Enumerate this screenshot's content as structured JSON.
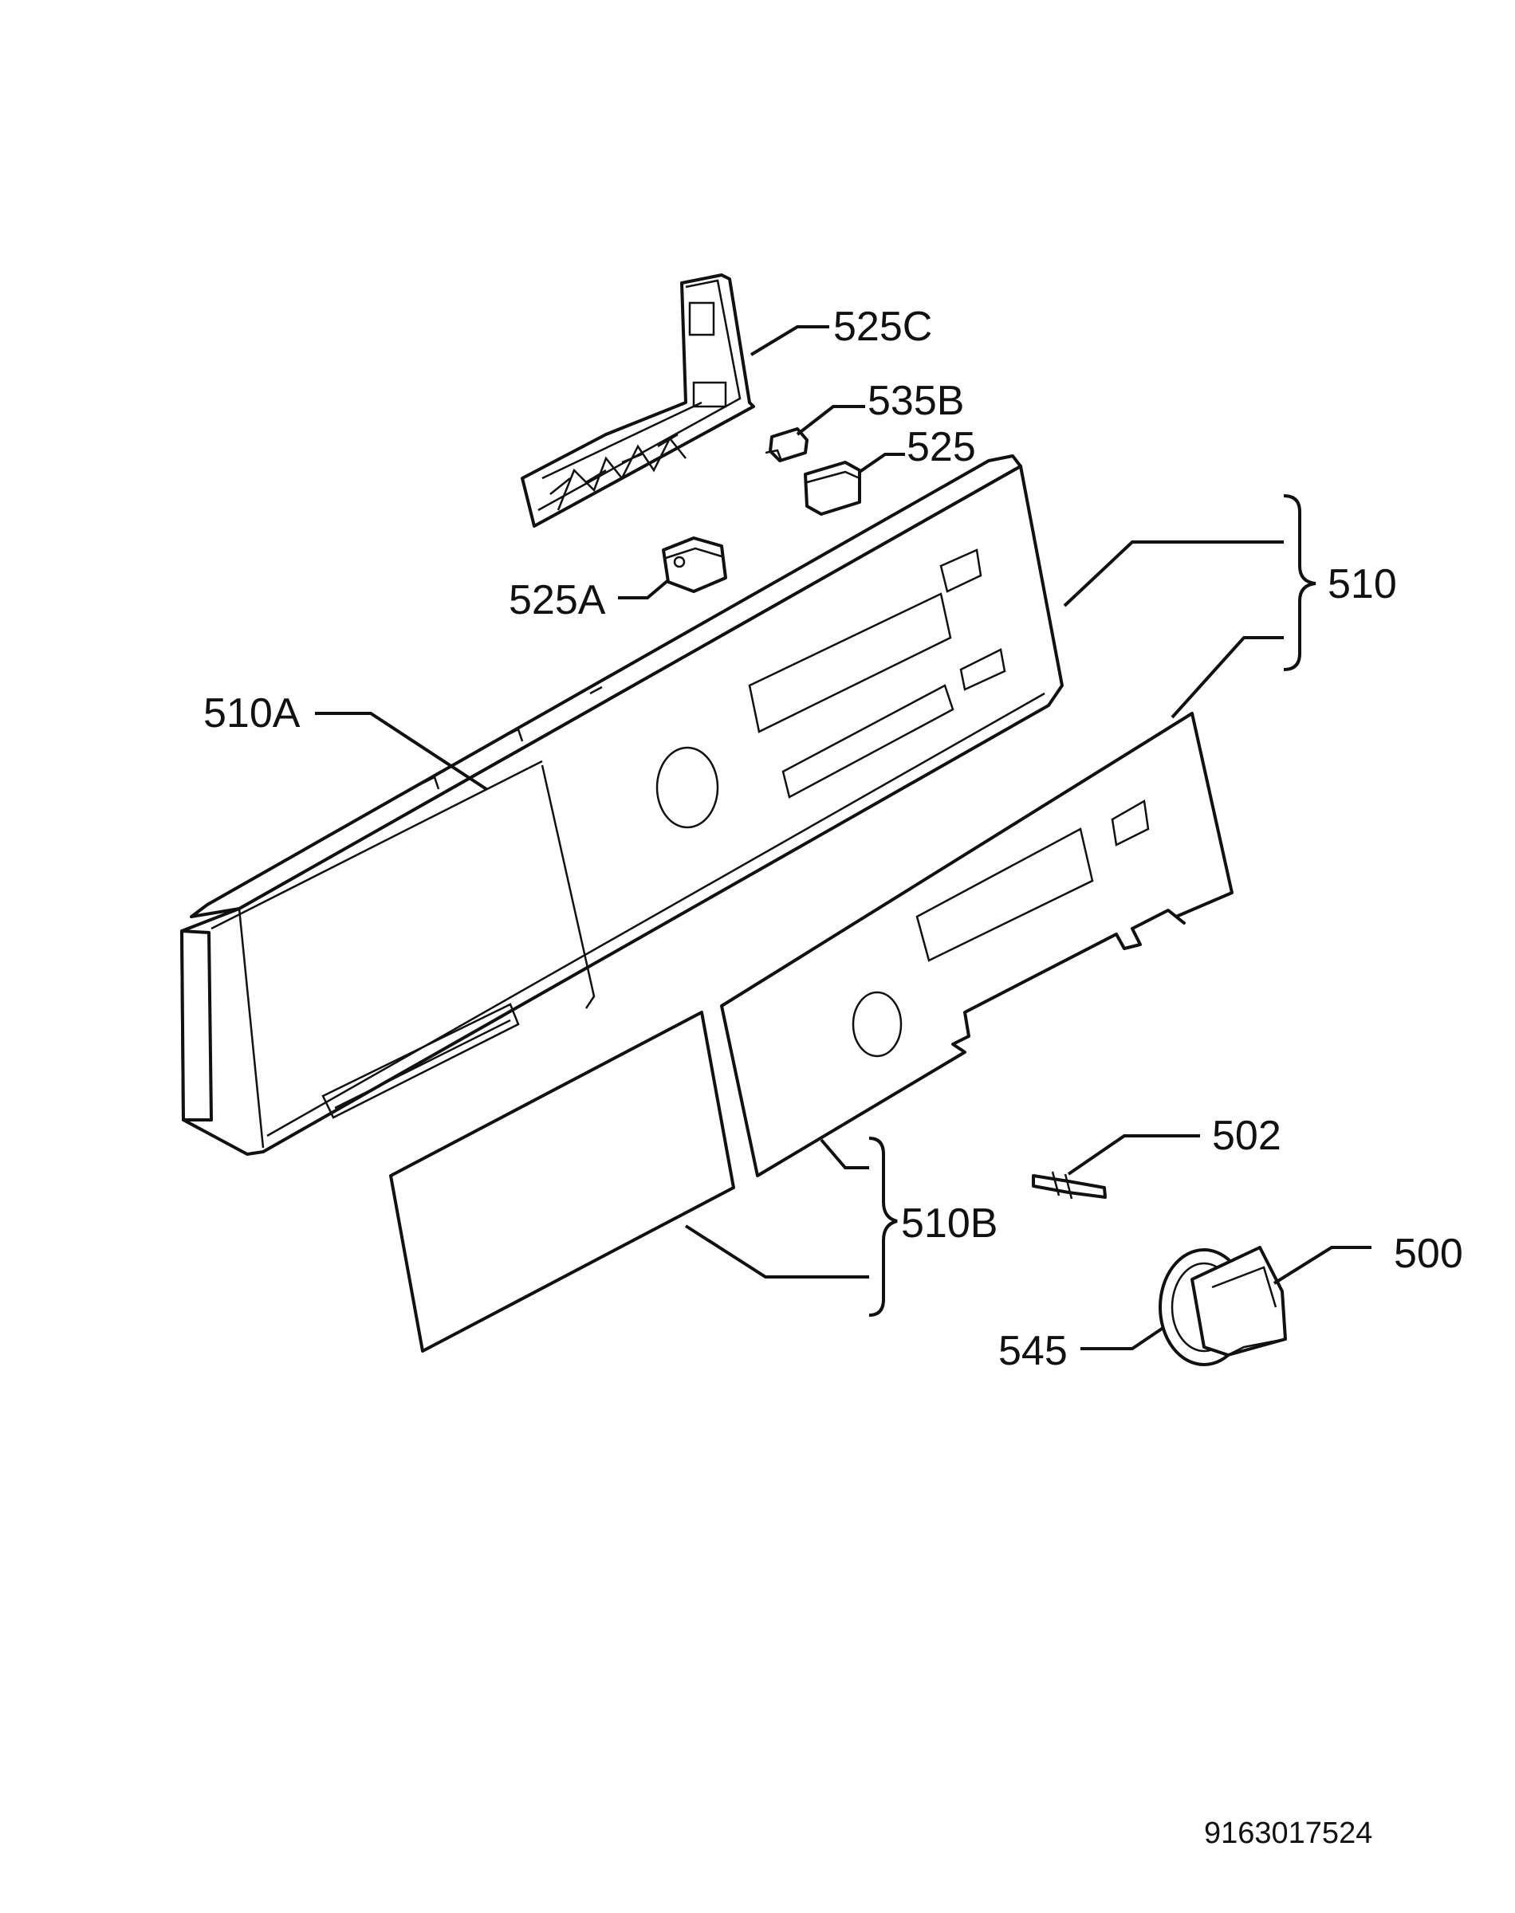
{
  "labels": {
    "p525C": "525C",
    "p535B": "535B",
    "p525": "525",
    "p510": "510",
    "p525A": "525A",
    "p510A": "510A",
    "p502": "502",
    "p510B": "510B",
    "p500": "500",
    "p545": "545"
  },
  "document_number": "9163017524",
  "colors": {
    "line": "#111111",
    "background": "#ffffff"
  }
}
